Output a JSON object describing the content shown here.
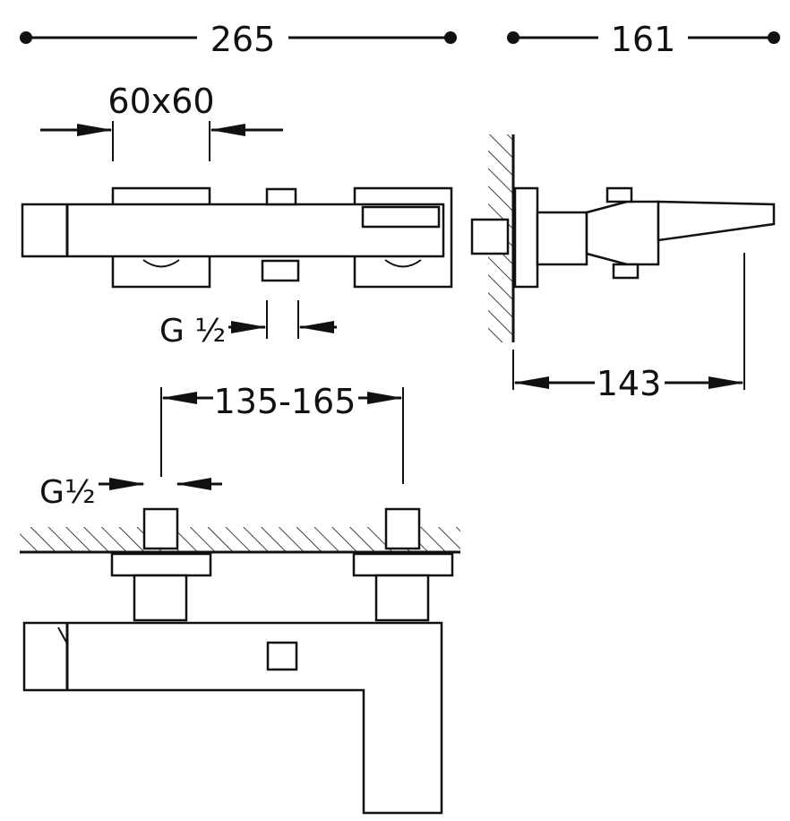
{
  "dimensions": {
    "total_width": "265",
    "depth": "161",
    "handle_size": "60x60",
    "inlet_centers": "135-165",
    "projection": "143"
  },
  "threads": {
    "top_view": "G ½",
    "bottom_view": "G½"
  }
}
